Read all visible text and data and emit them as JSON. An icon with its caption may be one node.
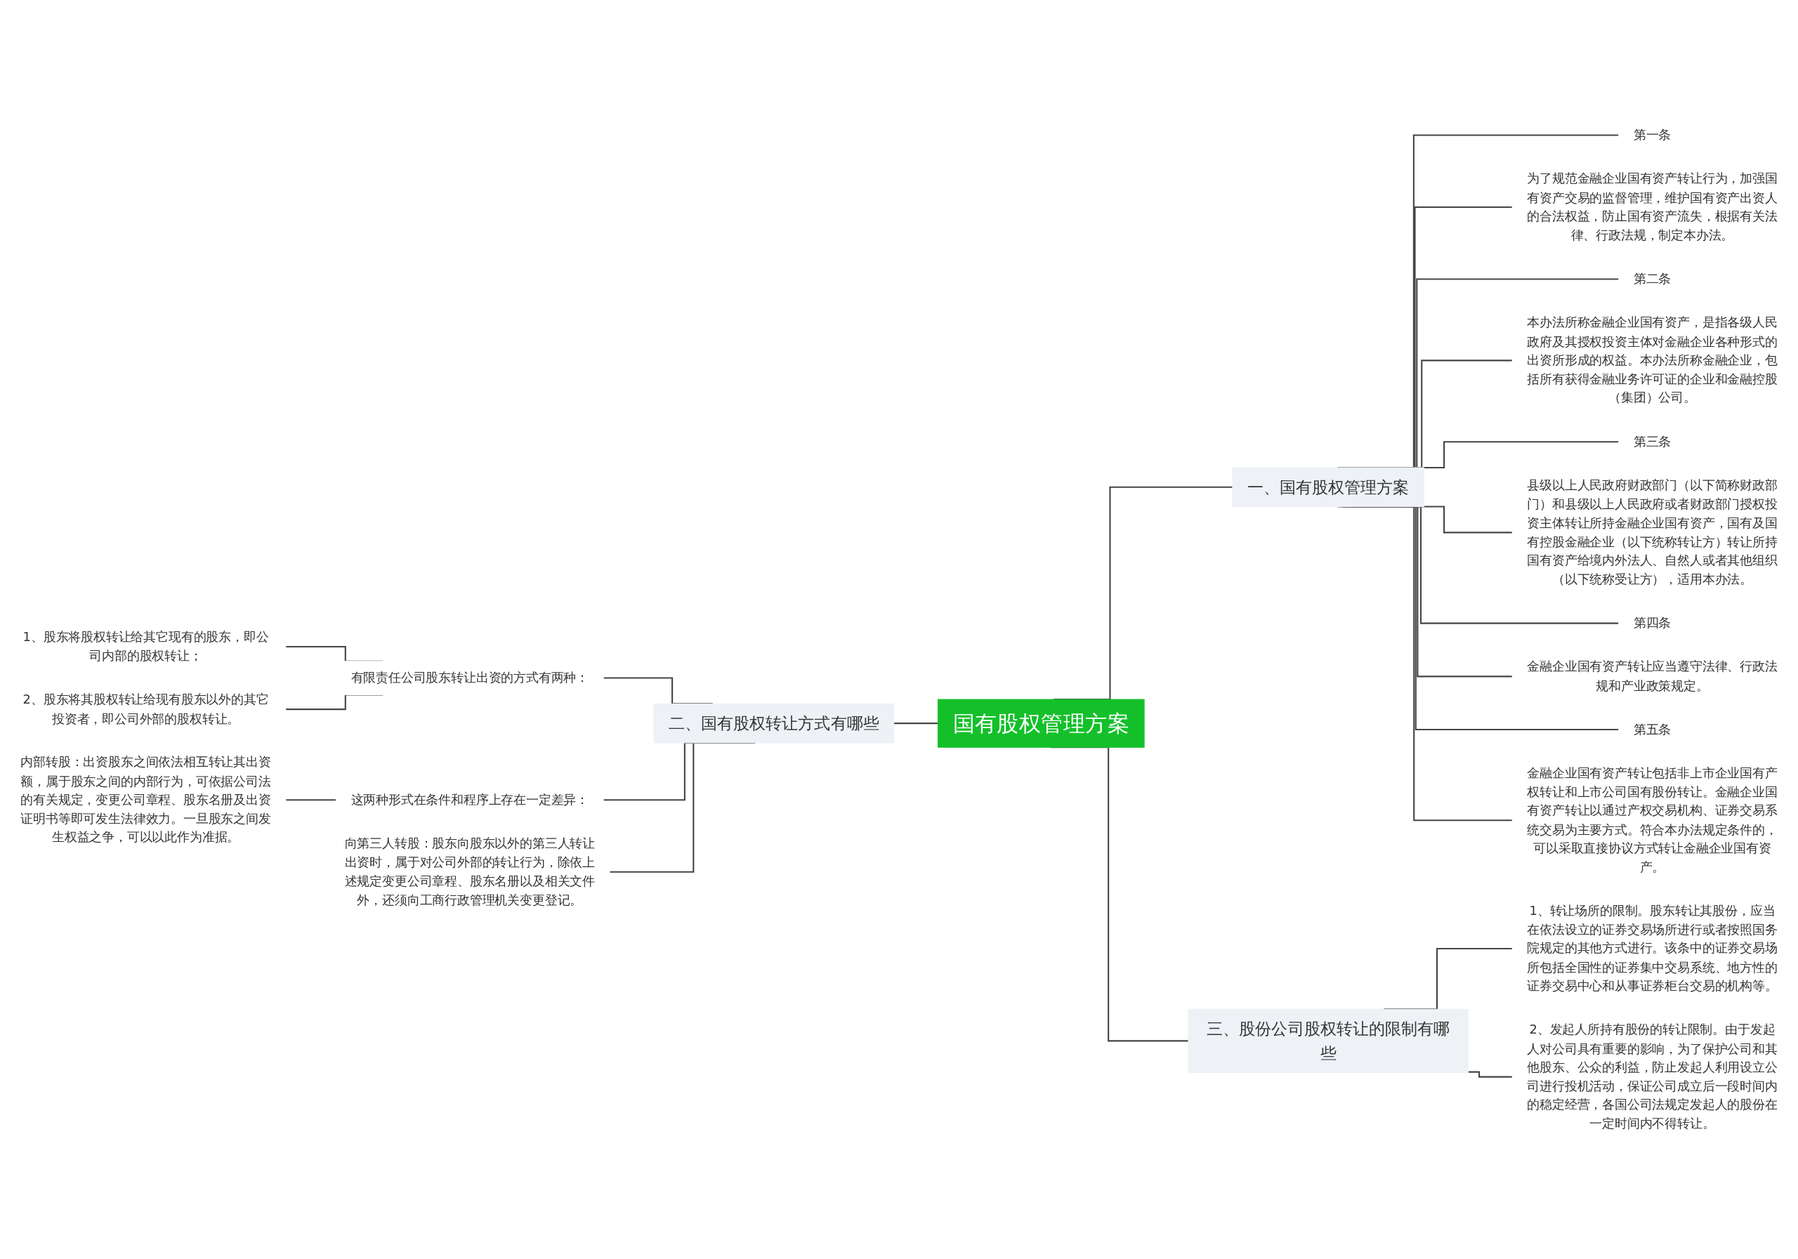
{
  "diagram": {
    "nodes": [
      {
        "text": [
          "国有股权管理方案"
        ]
      },
      {
        "text": [
          "一、国有股权管理方案"
        ]
      },
      {
        "text": [
          "第一条"
        ]
      },
      {
        "text": [
          "为了规范金融企业国有资产转让行为，加强国有资产交易的监督管理，维护国有资产出资人的合法权益，防止国有资产流失，根据有关法律、行政法规，制定本办法。"
        ]
      },
      {
        "text": [
          "第二条"
        ]
      },
      {
        "text": [
          "本办法所称金融企业国有资产，是指各级人民政府及其授权投资主体对金融企业各种形式的出资所形成的权益。本办法所称金融企业，包括所有获得金融业务许可证的企业和金融控股（集团）公司。"
        ]
      },
      {
        "text": [
          "第三条"
        ]
      },
      {
        "text": [
          "县级以上人民政府财政部门（以下简称财政部门）和县级以上人民政府或者财政部门授权投资主体转让所持金融企业国有资产，国有及国有控股金融企业（以下统称转让方）转让所持国有资产给境内外法人、自然人或者其他组织（以下统称受让方），适用本办法。"
        ]
      },
      {
        "text": [
          "第四条"
        ]
      },
      {
        "text": [
          "金融企业国有资产转让应当遵守法律、行政法规和产业政策规定。"
        ]
      },
      {
        "text": [
          "第五条"
        ]
      },
      {
        "text": [
          "金融企业国有资产转让包括非上市企业国有产权转让和上市公司国有股份转让。金融企业国有资产转让以通过产权交易机构、证券交易系统交易为主要方式。符合本办法规定条件的，可以采取直接协议方式转让金融企业国有资产。"
        ]
      },
      {
        "text": [
          "三、股份公司股权转让的限制有哪些"
        ]
      },
      {
        "text": [
          "1、转让场所的限制。股东转让其股份，应当在依法设立的证券交易场所进行或者按照国务院规定的其他方式进行。该条中的证券交易场所包括全国性的证券集中交易系统、地方性的证券交易中心和从事证券柜台交易的机构等。"
        ]
      },
      {
        "text": [
          "2、发起人所持有股份的转让限制。由于发起人对公司具有重要的影响，为了保护公司和其他股东、公众的利益，防止发起人利用设立公司进行投机活动，保证公司成立后一段时间内的稳定经营，各国公司法规定发起人的股份在一定时间内不得转让。"
        ]
      },
      {
        "text": [
          "二、国有股权转让方式有哪些"
        ]
      },
      {
        "text": [
          "有限责任公司股东转让出资的方式有两种："
        ]
      },
      {
        "text": [
          "1、股东将股权转让给其它现有的股东，即公司内部的股权转让；"
        ]
      },
      {
        "text": [
          "2、股东将其股权转让给现有股东以外的其它投资者，即公司外部的股权转让。"
        ]
      },
      {
        "text": [
          "这两种形式在条件和程序上存在一定差异："
        ]
      },
      {
        "text": [
          "内部转股：出资股东之间依法相互转让其出资额，属于股东之间的内部行为，可依据公司法的有关规定，变更公司章程、股东名册及出资证明书等即可发生法律效力。一旦股东之间发生权益之争，可以以此作为准据。"
        ]
      },
      {
        "text": [
          "向第三人转股：股东向股东以外的第三人转让出资时，属于对公司外部的转让行为，除依上述规定变更公司章程、股东名册以及相关文件外，还须向工商行政管理机关变更登记。"
        ]
      }
    ],
    "edges": [
      {
        "from": 0,
        "to": 1,
        "arrow": "none"
      },
      {
        "from": 1,
        "to": 2,
        "arrow": "none"
      },
      {
        "from": 1,
        "to": 3,
        "arrow": "none"
      },
      {
        "from": 1,
        "to": 4,
        "arrow": "none"
      },
      {
        "from": 1,
        "to": 5,
        "arrow": "none"
      },
      {
        "from": 1,
        "to": 6,
        "arrow": "none"
      },
      {
        "from": 1,
        "to": 7,
        "arrow": "none"
      },
      {
        "from": 1,
        "to": 8,
        "arrow": "none"
      },
      {
        "from": 1,
        "to": 9,
        "arrow": "none"
      },
      {
        "from": 1,
        "to": 10,
        "arrow": "none"
      },
      {
        "from": 1,
        "to": 11,
        "arrow": "none"
      },
      {
        "from": 0,
        "to": 12,
        "arrow": "none"
      },
      {
        "from": 12,
        "to": 13,
        "arrow": "none"
      },
      {
        "from": 12,
        "to": 14,
        "arrow": "none"
      },
      {
        "from": 0,
        "to": 15,
        "arrow": "none"
      },
      {
        "from": 15,
        "to": 16,
        "arrow": "none"
      },
      {
        "from": 16,
        "to": 17,
        "arrow": "none"
      },
      {
        "from": 16,
        "to": 18,
        "arrow": "none"
      },
      {
        "from": 15,
        "to": 19,
        "arrow": "none"
      },
      {
        "from": 19,
        "to": 20,
        "arrow": "none"
      },
      {
        "from": 15,
        "to": 21,
        "arrow": "none"
      }
    ]
  }
}
